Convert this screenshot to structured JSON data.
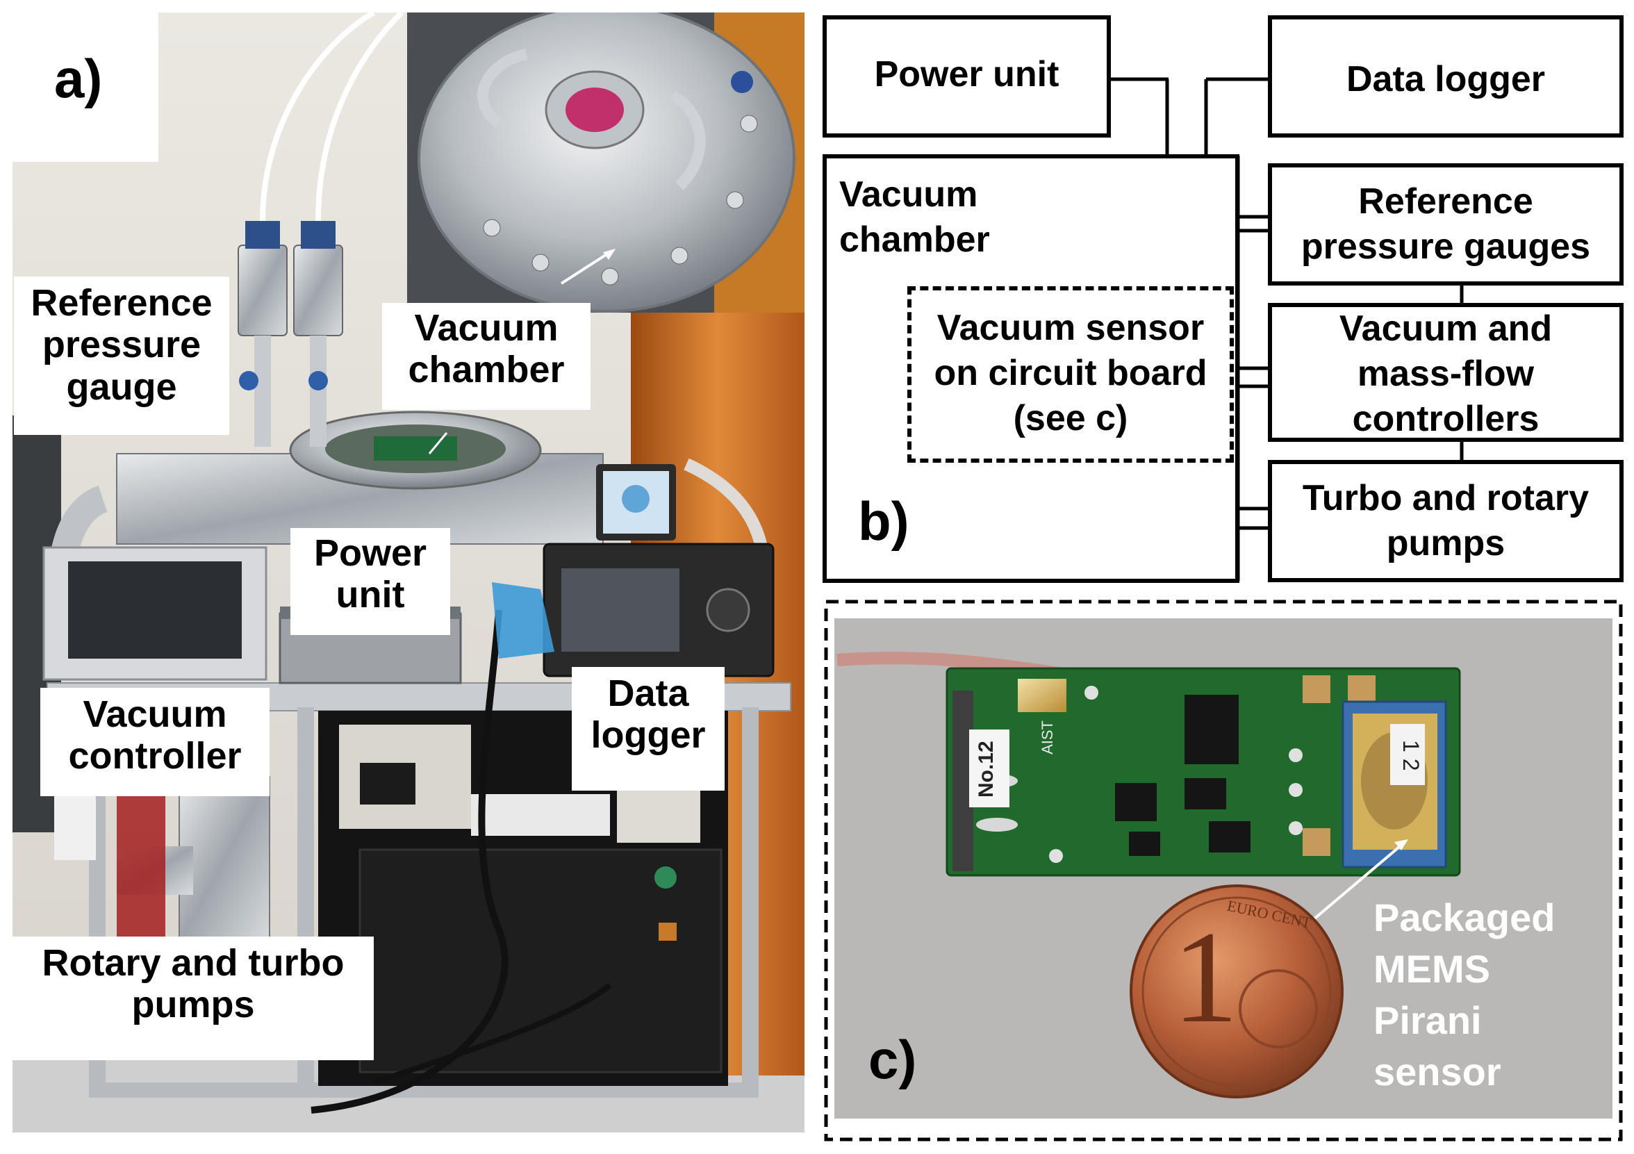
{
  "panel_a": {
    "letter": "a)",
    "callouts": {
      "reference_pressure_gauge": "Reference\npressure\ngauge",
      "vacuum_chamber": "Vacuum\nchamber",
      "power_unit": "Power\nunit",
      "data_logger": "Data\nlogger",
      "vacuum_controller": "Vacuum\ncontroller",
      "rotary_turbo_pumps": "Rotary and turbo\npumps"
    }
  },
  "panel_b": {
    "letter": "b)",
    "nodes": {
      "power_unit": "Power unit",
      "data_logger": "Data logger",
      "vacuum_chamber": "Vacuum\nchamber",
      "vacuum_sensor": "Vacuum sensor\non circuit board\n(see c)",
      "reference_gauges": "Reference\npressure gauges",
      "vacuum_mfc": "Vacuum and\nmass-flow\ncontrollers",
      "turbo_rotary": "Turbo and rotary\npumps"
    }
  },
  "panel_c": {
    "letter": "c)",
    "sensor_label": "Packaged\nMEMS\nPirani\nsensor",
    "board_sticker": "No.12",
    "chip_sticker": "1 2",
    "board_marking": "AIST",
    "coin_numeral": "1",
    "coin_text": "EURO CENT"
  }
}
